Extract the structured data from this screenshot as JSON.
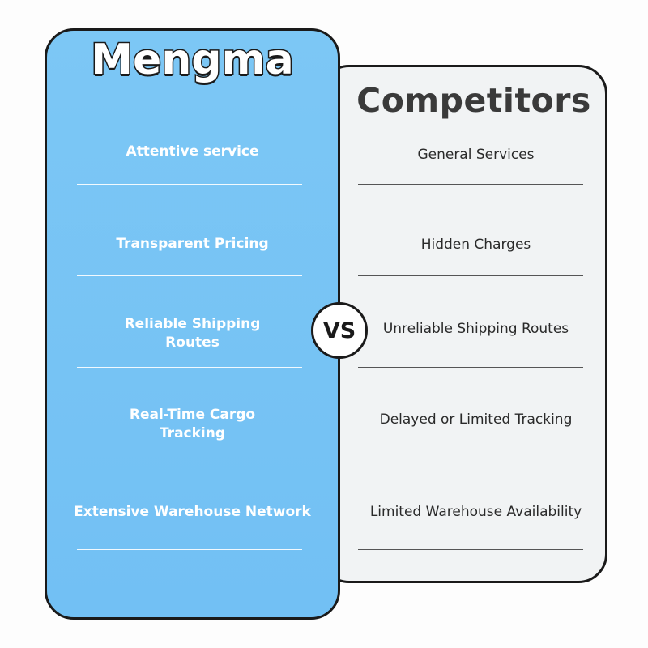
{
  "mengma": {
    "title": "Mengma",
    "items": [
      "Attentive service",
      "Transparent Pricing",
      "Reliable Shipping\nRoutes",
      "Real-Time Cargo\nTracking",
      "Extensive Warehouse Network"
    ]
  },
  "competitors": {
    "title": "Competitors",
    "items": [
      "General Services",
      "Hidden Charges",
      "Unreliable Shipping Routes",
      "Delayed or Limited Tracking",
      "Limited Warehouse Availability"
    ]
  },
  "vs_label": "VS",
  "colors": {
    "mengma_panel": "#7cc7f5",
    "competitors_panel": "#f1f3f4",
    "outline": "#1a1a1a"
  }
}
